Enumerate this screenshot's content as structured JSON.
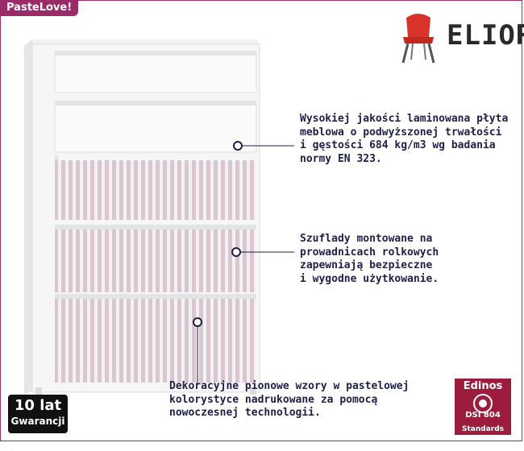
{
  "brand_tag": "PasteLove!",
  "logo": {
    "text": "ELIOR",
    "icon": "chair-icon"
  },
  "callouts": [
    {
      "lines": "Wysokiej jakości laminowana płyta\nmeblowa o podwyższonej trwałości\ni gęstości 684 kg/m3 wg badania\nnormy EN 323."
    },
    {
      "lines": "Szuflady montowane na\nprowadnicach rolkowych\nzapewniają bezpieczne\ni wygodne użytkowanie."
    },
    {
      "lines": "Dekoracyjne pionowe wzory w pastelowej\nkolorystyce nadrukowane za pomocą\nnowoczesnej technologii."
    }
  ],
  "warranty": {
    "big": "10 lat",
    "small": "Gwarancji"
  },
  "edinos": {
    "name": "Edinos",
    "code": "DSI 804",
    "standard": "Standards"
  },
  "colors": {
    "accent": "#9a2b68",
    "marker": "#1f1f4a",
    "stripe": "#d9c6d1"
  }
}
